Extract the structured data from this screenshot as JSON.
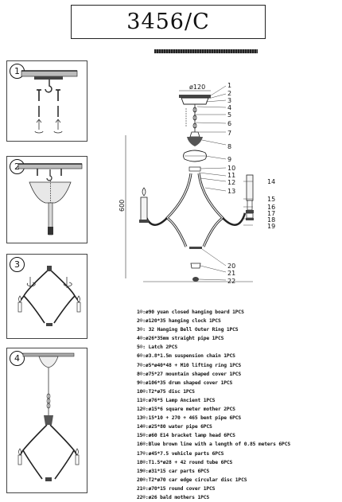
{
  "title": "3456/C",
  "steps": [
    "1",
    "2",
    "3",
    "4"
  ],
  "dimensions": {
    "height": "600",
    "width": "600",
    "canopy": "ø120"
  },
  "callouts": [
    "1",
    "2",
    "3",
    "4",
    "5",
    "6",
    "7",
    "8",
    "9",
    "10",
    "11",
    "12",
    "13",
    "14",
    "15",
    "16",
    "17",
    "18",
    "19",
    "20",
    "21",
    "22"
  ],
  "parts": [
    "1®:ø90 yuan closed hanging board 1PCS",
    "2®:ø120*35 hanging clock 1PCS",
    "3®: 32 Hanging Bell Outer Ring  1PCS",
    "4®:ø26*35mm straight pipe 1PCS",
    "5®: Latch 2PCS",
    "6®:ø3.8*1.5m suspension chain 1PCS",
    "7®:ø5*ø40*48 + M10 lifting ring 1PCS",
    "8®:ø75*27 mountain shaped cover 1PCS",
    "9®:ø106*35 drum shaped cover 1PCS",
    "10®:T2*ø75 disc  1PCS",
    "11®:ø76*5 Lamp Ancient 1PCS",
    "12®:ø15*6 square meter mother 2PCS",
    "13®:15*10 + 270 + 465 bent pipe  6PCS",
    "14®:ø25*80 water pipe     6PCS",
    "15®:ø60 E14 bracket lamp head   6PCS",
    "16®:Blue brown line with a length of 0.85 meters    6PCS",
    "17®:ø45*7.5 vehicle parts  6PCS",
    "18®:T1.5*ø28 + 42 round tube  6PCS",
    "19®:ø31*15 car parts  6PCS",
    "20®:T2*ø70 car edge circular disc 1PCS",
    "21®:ø70*15 round cover 1PCS",
    "22®:ø26 bald mothers 1PCS"
  ]
}
